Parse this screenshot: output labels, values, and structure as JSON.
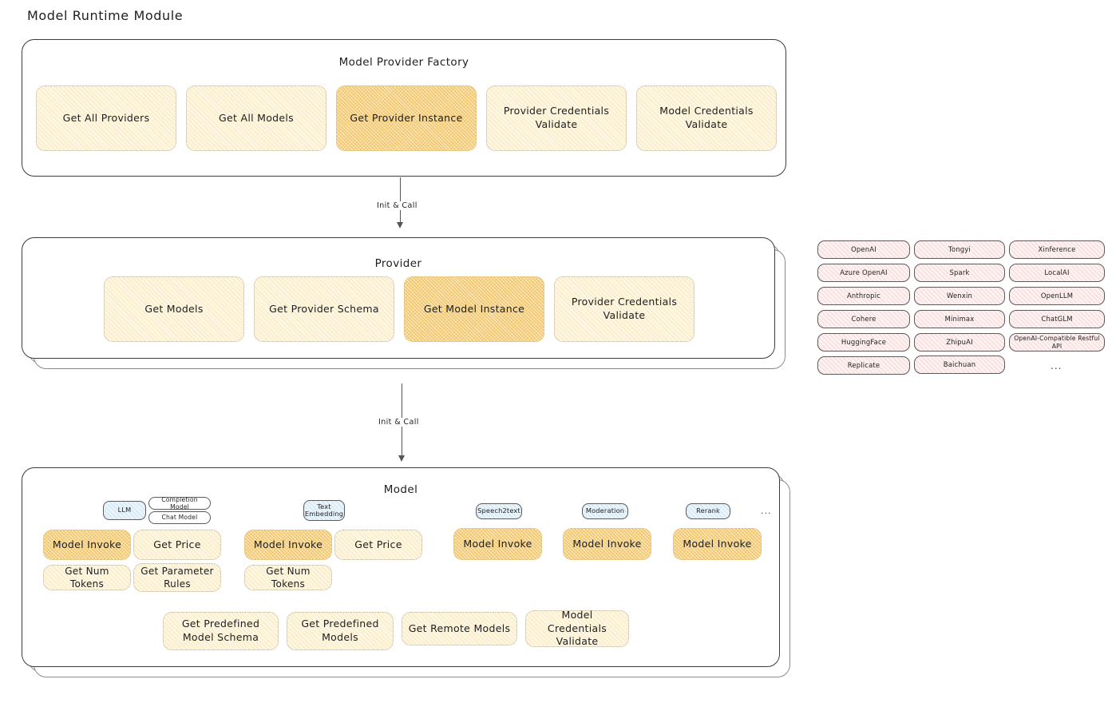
{
  "title": "Model Runtime Module",
  "factory": {
    "title": "Model Provider Factory",
    "nodes": [
      {
        "label": "Get All Providers",
        "highlight": false
      },
      {
        "label": "Get All Models",
        "highlight": false
      },
      {
        "label": "Get Provider Instance",
        "highlight": true
      },
      {
        "label": "Provider Credentials Validate",
        "highlight": false
      },
      {
        "label": "Model Credentials Validate",
        "highlight": false
      }
    ]
  },
  "arrow1": {
    "label": "Init & Call"
  },
  "provider": {
    "title": "Provider",
    "nodes": [
      {
        "label": "Get Models",
        "highlight": false
      },
      {
        "label": "Get Provider Schema",
        "highlight": false
      },
      {
        "label": "Get Model Instance",
        "highlight": true
      },
      {
        "label": "Provider Credentials Validate",
        "highlight": false
      }
    ]
  },
  "arrow2": {
    "label": "Init & Call"
  },
  "provider_list": {
    "columns": [
      [
        "OpenAI",
        "Azure OpenAI",
        "Anthropic",
        "Cohere",
        "HuggingFace",
        "Replicate"
      ],
      [
        "Tongyi",
        "Spark",
        "Wenxin",
        "Minimax",
        "ZhipuAI",
        "Baichuan"
      ],
      [
        "Xinference",
        "LocalAI",
        "OpenLLM",
        "ChatGLM",
        "OpenAI-Compatible Restful API"
      ]
    ],
    "more": "..."
  },
  "model": {
    "title": "Model",
    "types": [
      {
        "name": "LLM",
        "sub": [
          "Completion Model",
          "Chat Model"
        ]
      },
      {
        "name": "Text Embedding",
        "sub": []
      },
      {
        "name": "Speech2text",
        "sub": []
      },
      {
        "name": "Moderation",
        "sub": []
      },
      {
        "name": "Rerank",
        "sub": []
      }
    ],
    "more": "...",
    "llm_ops": [
      {
        "label": "Model Invoke",
        "highlight": true
      },
      {
        "label": "Get Price",
        "highlight": false
      },
      {
        "label": "Get Num Tokens",
        "highlight": false
      },
      {
        "label": "Get Parameter Rules",
        "highlight": false
      }
    ],
    "embedding_ops": [
      {
        "label": "Model Invoke",
        "highlight": true
      },
      {
        "label": "Get Price",
        "highlight": false
      },
      {
        "label": "Get Num Tokens",
        "highlight": false
      }
    ],
    "speech_ops": [
      {
        "label": "Model Invoke",
        "highlight": true
      }
    ],
    "moderation_ops": [
      {
        "label": "Model Invoke",
        "highlight": true
      }
    ],
    "rerank_ops": [
      {
        "label": "Model Invoke",
        "highlight": true
      }
    ],
    "common_ops": [
      {
        "label": "Get Predefined Model Schema"
      },
      {
        "label": "Get Predefined Models"
      },
      {
        "label": "Get Remote Models"
      },
      {
        "label": "Model Credentials Validate"
      }
    ]
  },
  "colors": {
    "fill_light": "#fdf6e3",
    "fill_strong": "#fbe7bd",
    "fill_pink": "#fdf1f1",
    "fill_blue": "#eaf4fb",
    "stroke": "#3c3c3c",
    "text": "#1e1e1e"
  }
}
